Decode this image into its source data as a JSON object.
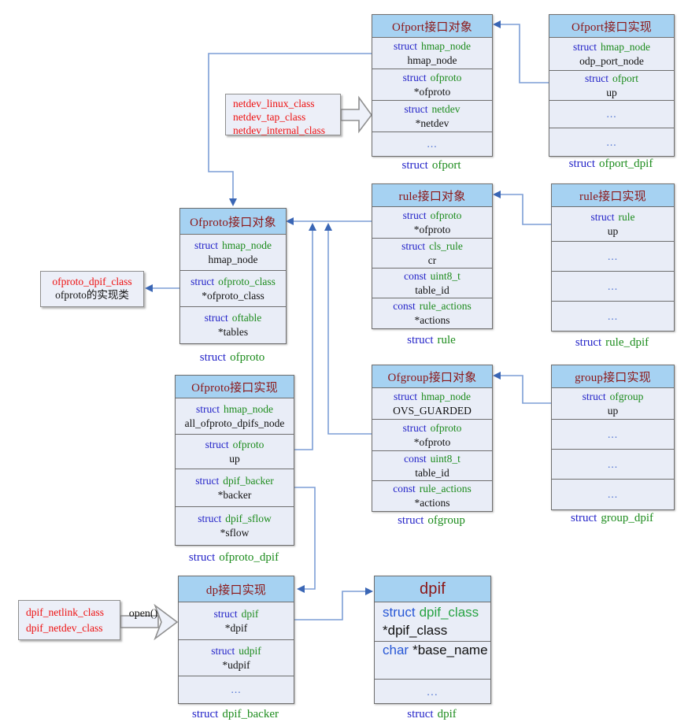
{
  "colors": {
    "header_fill": "#a6d2f2",
    "field_fill": "#e9edf7",
    "box_border": "#6e6e6e",
    "title_text": "#8c1616",
    "keyword_blue": "#2323c8",
    "type_green": "#1d8c1d",
    "member_black": "#101010",
    "class_red": "#ee1010",
    "connector_line": "#7d9ed6",
    "arrowhead": "#3a66b5"
  },
  "boxes": {
    "ofport_obj": {
      "title": "Ofport接口对象",
      "rows": [
        {
          "kw": "struct",
          "type": "hmap_node",
          "member": "hmap_node"
        },
        {
          "kw": "struct",
          "type": "ofproto",
          "member": "*ofproto"
        },
        {
          "kw": "struct",
          "type": "netdev",
          "member": "*netdev"
        },
        {
          "dots": "..."
        }
      ],
      "caption": {
        "kw": "struct",
        "name": "ofport"
      }
    },
    "ofport_impl": {
      "title": "Ofport接口实现",
      "rows": [
        {
          "kw": "struct",
          "type": "hmap_node",
          "member": "odp_port_node"
        },
        {
          "kw": "struct",
          "type": "ofport",
          "member": "up"
        },
        {
          "dots": "..."
        },
        {
          "dots": "..."
        }
      ],
      "caption": {
        "kw": "struct",
        "name": "ofport_dpif"
      }
    },
    "ofproto_obj": {
      "title": "Ofproto接口对象",
      "rows": [
        {
          "kw": "struct",
          "type": "hmap_node",
          "member": "hmap_node"
        },
        {
          "kw": "struct",
          "type": "ofproto_class",
          "member": "*ofproto_class"
        },
        {
          "kw": "struct",
          "type": "oftable",
          "member": "*tables"
        }
      ],
      "caption": {
        "kw": "struct",
        "name": "ofproto"
      }
    },
    "rule_obj": {
      "title": "rule接口对象",
      "rows": [
        {
          "kw": "struct",
          "type": "ofproto",
          "member": "*ofproto"
        },
        {
          "kw": "struct",
          "type": "cls_rule",
          "member": "cr"
        },
        {
          "kw": "const",
          "type": "uint8_t",
          "member": "table_id"
        },
        {
          "kw": "const",
          "type": "rule_actions",
          "member": "*actions"
        }
      ],
      "caption": {
        "kw": "struct",
        "name": "rule"
      }
    },
    "rule_impl": {
      "title": "rule接口实现",
      "rows": [
        {
          "kw": "struct",
          "type": "rule",
          "member": "up"
        },
        {
          "dots": "..."
        },
        {
          "dots": "..."
        },
        {
          "dots": "..."
        }
      ],
      "caption": {
        "kw": "struct",
        "name": "rule_dpif"
      }
    },
    "ofgroup_obj": {
      "title": "Ofgroup接口对象",
      "rows": [
        {
          "kw": "struct",
          "type": "hmap_node",
          "member": "OVS_GUARDED"
        },
        {
          "kw": "struct",
          "type": "ofproto",
          "member": "*ofproto"
        },
        {
          "kw": "const",
          "type": "uint8_t",
          "member": "table_id"
        },
        {
          "kw": "const",
          "type": "rule_actions",
          "member": "*actions"
        }
      ],
      "caption": {
        "kw": "struct",
        "name": "ofgroup"
      }
    },
    "group_impl": {
      "title": "group接口实现",
      "rows": [
        {
          "kw": "struct",
          "type": "ofgroup",
          "member": "up"
        },
        {
          "dots": "..."
        },
        {
          "dots": "..."
        },
        {
          "dots": "..."
        }
      ],
      "caption": {
        "kw": "struct",
        "name": "group_dpif"
      }
    },
    "ofproto_impl": {
      "title": "Ofproto接口实现",
      "rows": [
        {
          "kw": "struct",
          "type": "hmap_node",
          "member": "all_ofproto_dpifs_node"
        },
        {
          "kw": "struct",
          "type": "ofproto",
          "member": "up"
        },
        {
          "kw": "struct",
          "type": "dpif_backer",
          "member": "*backer"
        },
        {
          "kw": "struct",
          "type": "dpif_sflow",
          "member": "*sflow"
        }
      ],
      "caption": {
        "kw": "struct",
        "name": "ofproto_dpif"
      }
    },
    "dp_impl": {
      "title": "dp接口实现",
      "rows": [
        {
          "kw": "struct",
          "type": "dpif",
          "member": "*dpif"
        },
        {
          "kw": "struct",
          "type": "udpif",
          "member": "*udpif"
        },
        {
          "dots": "..."
        }
      ],
      "caption": {
        "kw": "struct",
        "name": "dpif_backer"
      }
    },
    "dpif": {
      "title": "dpif",
      "rows": [
        {
          "kw": "struct",
          "type": "dpif_class",
          "member": "*dpif_class"
        },
        {
          "kw": "char",
          "member": "*base_name"
        },
        {
          "dots": "..."
        }
      ],
      "caption": {
        "kw": "struct",
        "name": "dpif"
      }
    }
  },
  "annotations": {
    "netdev_classes": {
      "lines": [
        "netdev_linux_class",
        "netdev_tap_class",
        "netdev_internal_class"
      ]
    },
    "ofproto_class_box": {
      "line1": "ofproto_dpif_class",
      "line2": "ofproto的实现类"
    },
    "dpif_classes": {
      "lines": [
        "dpif_netlink_class",
        "dpif_netdev_class"
      ]
    },
    "open_label": "open()"
  }
}
